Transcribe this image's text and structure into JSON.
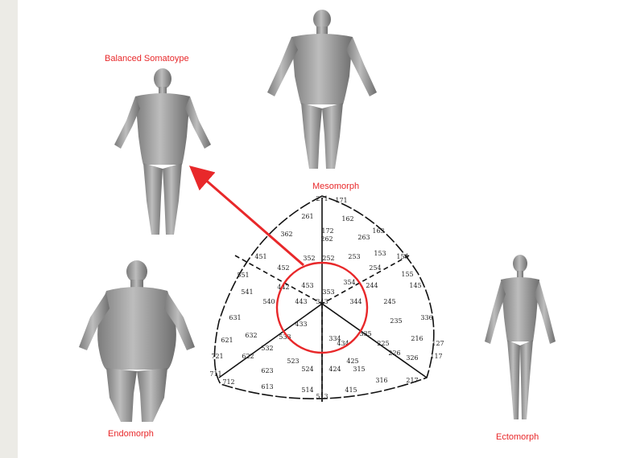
{
  "labels": {
    "balanced": "Balanced Somatoype",
    "mesomorph": "Mesomorph",
    "endomorph": "Endomorph",
    "ectomorph": "Ectomorph"
  },
  "accent_color": "#e8282a",
  "somatochart_codes": [
    "271",
    "171",
    "261",
    "162",
    "172",
    "362",
    "262",
    "263",
    "163",
    "451",
    "452",
    "352",
    "252",
    "253",
    "153",
    "254",
    "154",
    "155",
    "551",
    "442",
    "453",
    "353",
    "354",
    "244",
    "145",
    "541",
    "343",
    "540",
    "443",
    "344",
    "245",
    "631",
    "433",
    "336",
    "235",
    "621",
    "632",
    "532",
    "533",
    "334",
    "434",
    "335",
    "225",
    "216",
    "721",
    "622",
    "523",
    "326",
    "425",
    "226",
    "117",
    "711",
    "623",
    "524",
    "424",
    "315",
    "127",
    "712",
    "613",
    "514",
    "415",
    "316",
    "217",
    "513"
  ]
}
